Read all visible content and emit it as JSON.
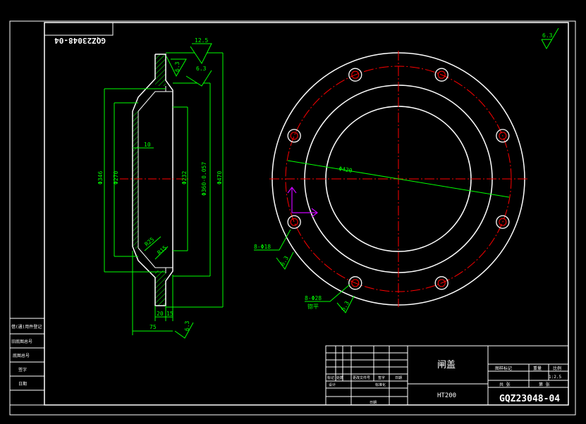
{
  "drawing_number": "GQZ23048-04",
  "drawing_number_mirrored": "GQZ23048-04",
  "part_name": "闸盖",
  "material": "HT200",
  "scale": "1:2.5",
  "title_block": {
    "header_labels": [
      "图样标记",
      "重量",
      "比例"
    ],
    "lower_labels": [
      "共 张",
      "第 张"
    ],
    "left_labels": [
      "标记",
      "处数",
      "更改文件号",
      "签字",
      "日期"
    ],
    "design_row": [
      "设计",
      "标准化"
    ],
    "date_label": "日期"
  },
  "left_strip_labels": [
    "借(通)用件登记",
    "旧底图总号",
    "底图总号",
    "签字",
    "日期"
  ],
  "roughness_general": "6.3",
  "section_view": {
    "roughness": [
      "12.5",
      "6.3",
      "6.3",
      "6.3"
    ],
    "dims": {
      "d346": "Φ346",
      "d270": "Φ270",
      "d232": "Φ232",
      "d360": "Φ360-0.057",
      "d470": "Φ470",
      "t10": "10",
      "r25": "R25",
      "r15": "R15",
      "w20": "20",
      "w15": "15",
      "w75": "75"
    }
  },
  "front_view": {
    "pcd": "Φ420",
    "holes_a": "8-Φ18",
    "holes_b": "8-Φ28",
    "holes_b_note": "锪平",
    "roughness": [
      "6.3",
      "6.3"
    ],
    "hole_angles_deg": [
      22.5,
      67.5,
      112.5,
      157.5,
      202.5,
      247.5,
      292.5,
      337.5
    ]
  },
  "colors": {
    "background": "#000000",
    "outline": "#ffffff",
    "dimension": "#00ff00",
    "centerline": "#ff0000",
    "ucs": "#cc00ff"
  }
}
